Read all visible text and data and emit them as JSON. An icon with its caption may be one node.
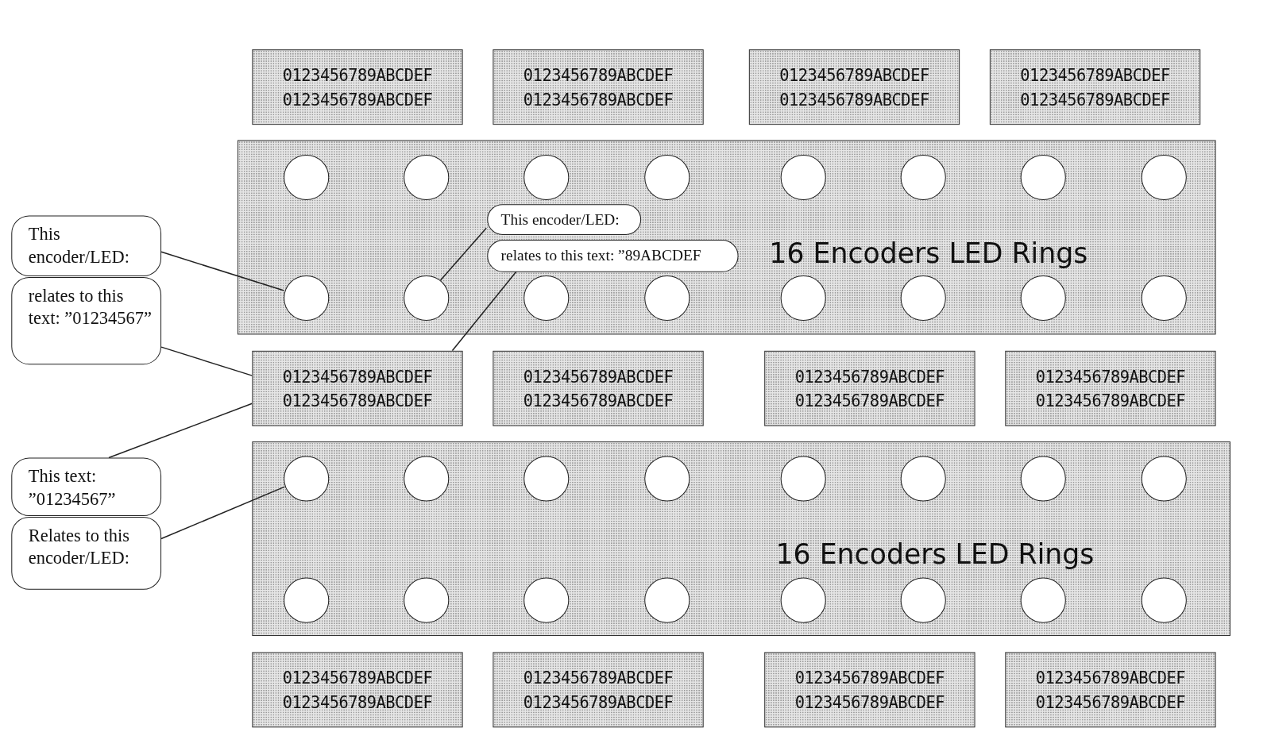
{
  "diagram": {
    "nodes": [
      {
        "text": [
          "0123456789ABCDEF",
          "0123456789ABCDEF"
        ]
      },
      {
        "text": [
          "0123456789ABCDEF",
          "0123456789ABCDEF"
        ]
      },
      {
        "text": [
          "0123456789ABCDEF",
          "0123456789ABCDEF"
        ]
      },
      {
        "text": [
          "0123456789ABCDEF",
          "0123456789ABCDEF"
        ]
      },
      {
        "text": [
          "16 Encoders LED Rings"
        ]
      },
      {
        "text": [],
        "shape": "circle",
        "in": 4
      },
      {
        "text": [],
        "shape": "circle",
        "in": 4
      },
      {
        "text": [],
        "shape": "circle",
        "in": 4
      },
      {
        "text": [],
        "shape": "circle",
        "in": 4
      },
      {
        "text": [],
        "shape": "circle",
        "in": 4
      },
      {
        "text": [],
        "shape": "circle",
        "in": 4
      },
      {
        "text": [],
        "shape": "circle",
        "in": 4
      },
      {
        "text": [],
        "shape": "circle",
        "in": 4
      },
      {
        "text": [],
        "shape": "circle",
        "in": 4
      },
      {
        "text": [],
        "shape": "circle",
        "in": 4
      },
      {
        "text": [],
        "shape": "circle",
        "in": 4
      },
      {
        "text": [],
        "shape": "circle",
        "in": 4
      },
      {
        "text": [],
        "shape": "circle",
        "in": 4
      },
      {
        "text": [],
        "shape": "circle",
        "in": 4
      },
      {
        "text": [],
        "shape": "circle",
        "in": 4
      },
      {
        "text": [],
        "shape": "circle",
        "in": 4
      },
      {
        "text": [
          "This encoder/LED:"
        ]
      },
      {
        "text": [
          "relates to this text: ”01234567”"
        ]
      },
      {
        "text": [
          "This encoder/LED:"
        ],
        "in": 4
      },
      {
        "text": [
          "relates to this text: ”89ABCDEF"
        ],
        "in": 4
      },
      {
        "text": [
          "0123456789ABCDEF",
          "0123456789ABCDEF"
        ]
      },
      {
        "text": [
          "0123456789ABCDEF",
          "0123456789ABCDEF"
        ]
      },
      {
        "text": [
          "0123456789ABCDEF",
          "0123456789ABCDEF"
        ]
      },
      {
        "text": [
          "0123456789ABCDEF",
          "0123456789ABCDEF"
        ]
      },
      {
        "text": [
          "This text: ”01234567”"
        ]
      },
      {
        "text": [
          "Relates to this encoder/LED:"
        ]
      },
      {
        "text": [
          "16 Encoders LED Rings"
        ]
      },
      {
        "text": [],
        "shape": "circle",
        "in": 31
      },
      {
        "text": [],
        "shape": "circle",
        "in": 31
      },
      {
        "text": [],
        "shape": "circle",
        "in": 31
      },
      {
        "text": [],
        "shape": "circle",
        "in": 31
      },
      {
        "text": [],
        "shape": "circle",
        "in": 31
      },
      {
        "text": [],
        "shape": "circle",
        "in": 31
      },
      {
        "text": [],
        "shape": "circle",
        "in": 31
      },
      {
        "text": [],
        "shape": "circle",
        "in": 31
      },
      {
        "text": [],
        "shape": "circle",
        "in": 31
      },
      {
        "text": [],
        "shape": "circle",
        "in": 31
      },
      {
        "text": [],
        "shape": "circle",
        "in": 31
      },
      {
        "text": [],
        "shape": "circle",
        "in": 31
      },
      {
        "text": [],
        "shape": "circle",
        "in": 31
      },
      {
        "text": [],
        "shape": "circle",
        "in": 31
      },
      {
        "text": [],
        "shape": "circle",
        "in": 31
      },
      {
        "text": [],
        "shape": "circle",
        "in": 31
      },
      {
        "text": [
          "0123456789ABCDEF",
          "0123456789ABCDEF"
        ]
      },
      {
        "text": [
          "0123456789ABCDEF",
          "0123456789ABCDEF"
        ]
      },
      {
        "text": [
          "0123456789ABCDEF",
          "0123456789ABCDEF"
        ]
      },
      {
        "text": [
          "0123456789ABCDEF",
          "0123456789ABCDEF"
        ]
      }
    ],
    "edges": [
      {
        "from": 21,
        "to": 13,
        "arrow": "none"
      },
      {
        "from": 22,
        "to": 25,
        "arrow": "none"
      },
      {
        "from": 23,
        "to": 14,
        "arrow": "none"
      },
      {
        "from": 24,
        "to": 25,
        "arrow": "none"
      },
      {
        "from": 29,
        "to": 25,
        "arrow": "none"
      },
      {
        "from": 30,
        "to": 32,
        "arrow": "none"
      }
    ]
  }
}
